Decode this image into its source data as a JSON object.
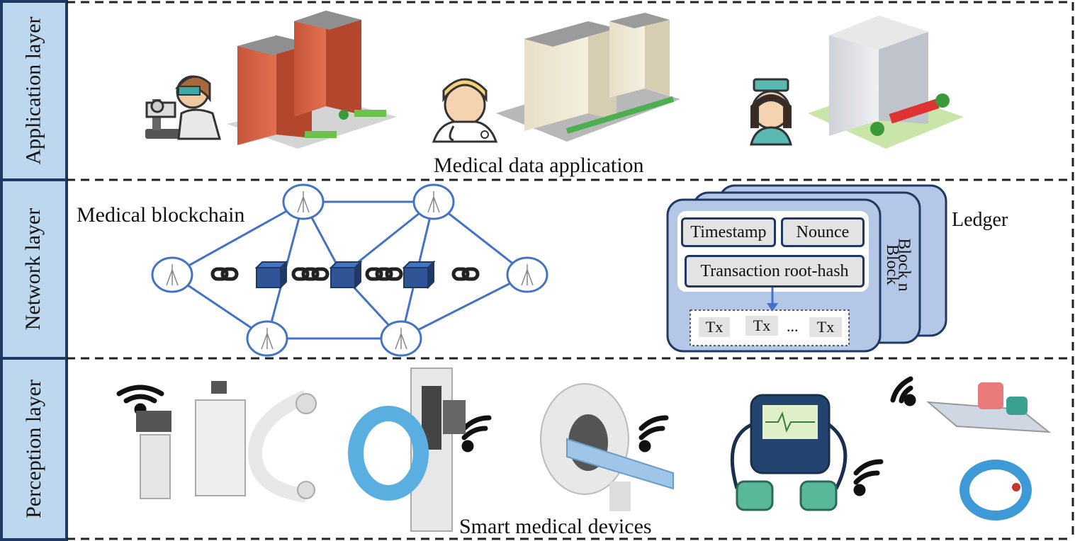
{
  "layers": [
    {
      "label": "Application layer",
      "caption": "Medical data application"
    },
    {
      "label": "Network layer",
      "caption": "Medical blockchain"
    },
    {
      "label": "Perception layer",
      "caption": "Smart medical devices"
    }
  ],
  "ledger": {
    "title": "Ledger",
    "block_back": "Block",
    "block_front": "Block n",
    "fields": [
      "Timestamp",
      "Nounce",
      "Transaction root-hash"
    ],
    "tx": [
      "Tx",
      "Tx",
      "Tx"
    ],
    "ellipsis": "..."
  },
  "colors": {
    "layer_band": "#bdd7ee",
    "layer_border": "#1f3864",
    "network_edge": "#4472c4",
    "block_cube": "#2f5597",
    "ledger_card": "#b4c7e7",
    "ledger_border": "#1f3864"
  }
}
